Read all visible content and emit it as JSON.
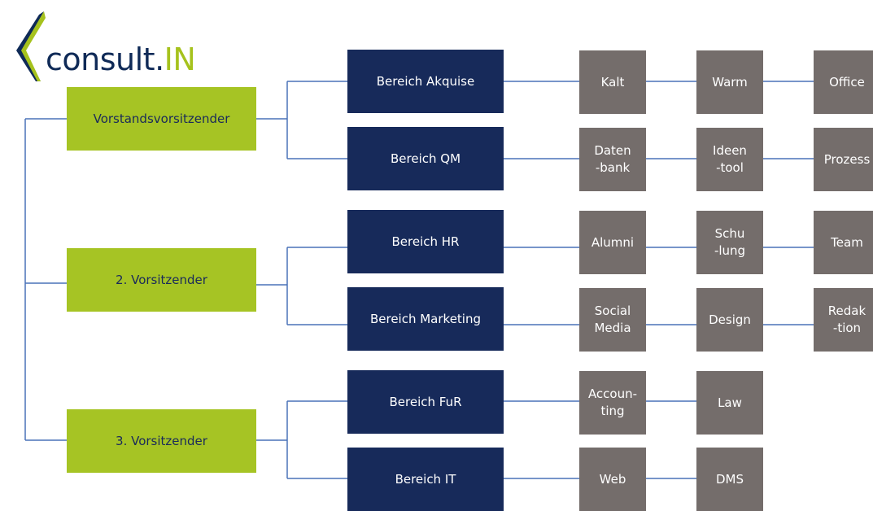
{
  "logo": {
    "text_main": "consult.",
    "text_accent": "IN"
  },
  "colors": {
    "chair": "#a6c424",
    "department": "#172a5a",
    "unit": "#746d6b",
    "connector": "#4a72b8"
  },
  "chairs": [
    {
      "label": "Vorstandsvorsitzender"
    },
    {
      "label": "2. Vorsitzender"
    },
    {
      "label": "3. Vorsitzender"
    }
  ],
  "departments": [
    {
      "label": "Bereich Akquise",
      "units": [
        "Kalt",
        "Warm",
        "Office"
      ]
    },
    {
      "label": "Bereich QM",
      "units": [
        "Daten\n-bank",
        "Ideen\n-tool",
        "Prozess"
      ]
    },
    {
      "label": "Bereich HR",
      "units": [
        "Alumni",
        "Schu\n-lung",
        "Team"
      ]
    },
    {
      "label": "Bereich Marketing",
      "units": [
        "Social\nMedia",
        "Design",
        "Redak\n-tion"
      ]
    },
    {
      "label": "Bereich FuR",
      "units": [
        "Accoun-\nting",
        "Law"
      ]
    },
    {
      "label": "Bereich IT",
      "units": [
        "Web",
        "DMS"
      ]
    }
  ]
}
